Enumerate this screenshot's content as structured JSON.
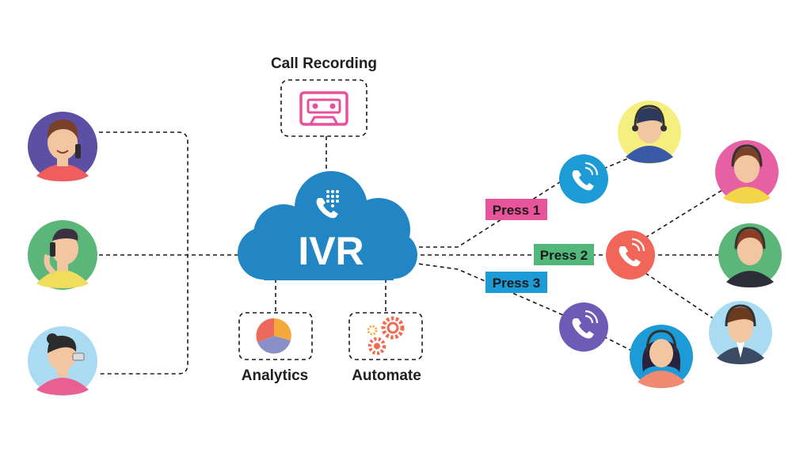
{
  "diagram": {
    "center_label": "IVR",
    "top_feature": {
      "label": "Call Recording",
      "icon": "cassette-tape-icon"
    },
    "bottom_features": [
      {
        "label": "Analytics",
        "icon": "pie-chart-icon"
      },
      {
        "label": "Automate",
        "icon": "gears-icon"
      }
    ],
    "callers": [
      {
        "icon": "caller-man-phone-icon"
      },
      {
        "icon": "caller-man-mobile-icon"
      },
      {
        "icon": "caller-woman-phone-icon"
      }
    ],
    "options": [
      {
        "label": "Press 1",
        "color": "#e8559a"
      },
      {
        "label": "Press 2",
        "color": "#52b77a"
      },
      {
        "label": "Press 3",
        "color": "#1c9bd6"
      }
    ],
    "colors": {
      "cloud": "#2386c4",
      "phone_blue": "#1c9bd6",
      "phone_red": "#f2665a",
      "phone_purple": "#6d5bb5"
    }
  }
}
